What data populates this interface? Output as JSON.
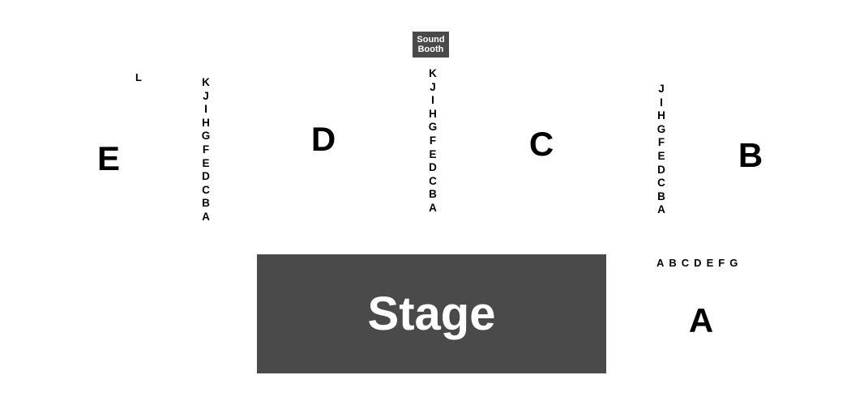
{
  "colors": {
    "background": "#ffffff",
    "stage": "#4a4a4a",
    "booth": "#4a4a4a",
    "text": "#000000",
    "stage_text": "#ffffff"
  },
  "sound_booth": {
    "line1": "Sound",
    "line2": "Booth"
  },
  "stage": {
    "label": "Stage"
  },
  "sections": {
    "A": "A",
    "B": "B",
    "C": "C",
    "D": "D",
    "E": "E"
  },
  "rows": {
    "left_aisle": [
      "K",
      "J",
      "I",
      "H",
      "G",
      "F",
      "E",
      "D",
      "C",
      "B",
      "A"
    ],
    "center_aisle": [
      "K",
      "J",
      "I",
      "H",
      "G",
      "F",
      "E",
      "D",
      "C",
      "B",
      "A"
    ],
    "right_aisle": [
      "J",
      "I",
      "H",
      "G",
      "F",
      "E",
      "D",
      "C",
      "B",
      "A"
    ],
    "front_right": [
      "A",
      "B",
      "C",
      "D",
      "E",
      "F",
      "G"
    ],
    "far_left": "L"
  }
}
